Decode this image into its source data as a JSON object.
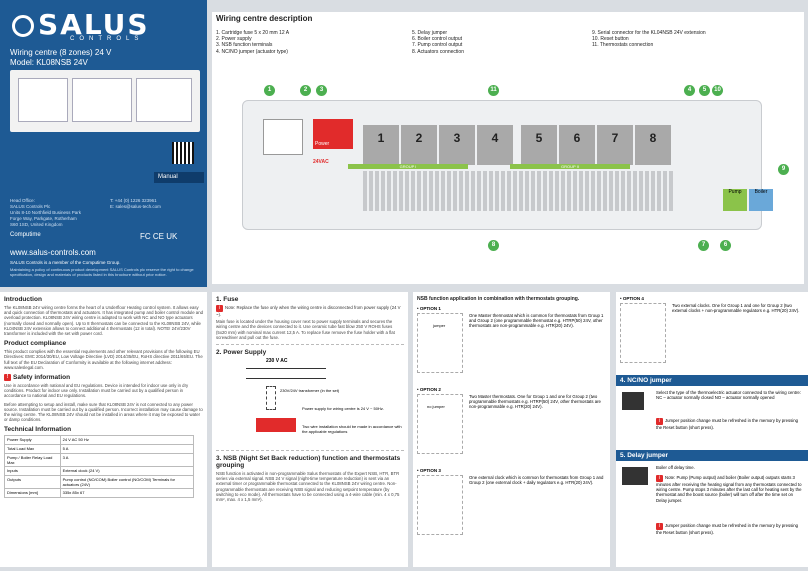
{
  "cover": {
    "brand": "SALUS",
    "brand_sub": "CONTROLS",
    "title": "Wiring centre (8 zones) 24 V",
    "model": "Model: KL08NSB 24V",
    "manual": "Manual",
    "office_label": "Head Office:",
    "office_lines": [
      "SALUS Controls Plc",
      "Units 8-10 Northfield Business Park",
      "Forge Way, Parkgate, Rotherham",
      "S60 1SD, United Kingdom"
    ],
    "phone": "T: +44 (0) 1226 323961",
    "email": "E: sales@salus-tech.com",
    "computime": "Computime",
    "marks": "FC CE UK",
    "url": "www.salus-controls.com",
    "member": "SALUS Controls is a member of the Computime Group.",
    "legal": "Maintaining a policy of continuous product development SALUS Controls plc reserve the right to change specification, design and materials of products listed in this brochure without prior notice."
  },
  "wiring": {
    "title": "Wiring centre description",
    "legend": [
      [
        "1. Cartridge fuse 5 x 20 mm 12 A",
        "2. Power supply",
        "3. NSB function terminals",
        "4. NC/NO jumper (actuator type)"
      ],
      [
        "5. Delay jumper",
        "6. Boiler control output",
        "7. Pump control output",
        "8. Actuators connection"
      ],
      [
        "9. Serial connector for the KL04NSB 24V extension",
        "10. Reset button",
        "11. Thermostats connection"
      ]
    ],
    "zones": [
      "1",
      "2",
      "3",
      "4",
      "5",
      "6",
      "7",
      "8"
    ],
    "power_label": "Power",
    "voltage": "24VAC",
    "group1": "GROUP I",
    "group2": "GROUP II",
    "pump": "Pump",
    "boiler": "Boiler",
    "callouts": [
      "1",
      "2",
      "3",
      "11",
      "4",
      "5",
      "10",
      "9",
      "6",
      "7",
      "8"
    ]
  },
  "intro": {
    "title": "Introduction",
    "text": "The KL08NSB 24V wiring centre forms the heart of a Underfloor Heating control system. It allows easy and quick connection of thermostats and actuators. It has integrated pump and boiler control module and overload protection. KL08NSB 24V wiring centre is adapted to work with NC and NO type actuators (normally closed and normally open). Up to 8 thermostats can be connected to the KL08NSB 24V, while KL04NSB 24V extension allows to connect additional 4 thermostats (12 in total). NOTE! 24V/230V transformer is included with the set with power cord.",
    "compliance_title": "Product compliance",
    "compliance": "This product complies with the essential requirements and other relevant provisions of the following EU Directives: EMC 2014/30/EU, Low Voltage Directive (LVD) 2014/35/EU, RoHS directive 2011/65/EU. The full text of the EU Declaration of Conformity is available at the following internet address: www.saleslegal.com.",
    "safety_title": "Safety information",
    "safety1": "Use in accordance with national and EU regulations. Device is intended for indoor use only in dry conditions. Product for indoor use only. Installation must be carried out by a qualified person in accordance to national and EU regulations.",
    "safety2": "Before attempting to setup and install, make sure that KL08NSB 24V is not connected to any power source. Installation must be carried out by a qualified person. Incorrect installation may cause damage to the wiring centre. The KL08NSB 24V should not be installed in areas where it may be exposed to water or damp conditions.",
    "tech_title": "Technical Information",
    "tech": [
      [
        "Power Supply",
        "24 V AC 50 Hz"
      ],
      [
        "Total Load Max",
        "5 A"
      ],
      [
        "Pump / Boiler Relay Load Max",
        "3 A"
      ],
      [
        "Inputs",
        "External clock (24 V)"
      ],
      [
        "Outputs",
        "Pump control (NO/COM) Boiler control (NO/COM) Terminals for actuators (24V)"
      ],
      [
        "Dimensions [mm]",
        "335x 85x 67"
      ]
    ]
  },
  "fuse": {
    "title": "1. Fuse",
    "note": "Note: Replace the fuse only when the wiring centre is disconnected from power supply (24 V ~).",
    "text": "Main fuse is located under the housing cover next to power supply terminals and secures the wiring centre and the devices connected to it. Use ceramic tube fast blow 250 V ROHS fuses (5x20 mm) with nominal max current 12,5 A. To replace fuse remove the fuse holder with a flat screwdriver and pull out the fuse.",
    "power_title": "2. Power Supply",
    "vac": "230 V AC",
    "transformer": "230V/24V transformer (in the set)",
    "power_note": "Power supply for wiring centre is 24 V ~ 50Hz.",
    "two_wire": "Two wire installation should be made in accordance with the applicable regulations",
    "nsb_title": "3. NSB (Night Set Back reduction) function and thermostats grouping",
    "nsb_text": "NSB function is activated in non-programmable Salus thermostats of the Expert NSB, HTR, BTR series via external signal. NSB 24 V signal (night-time temperature reduction) is sent via an external timer or programmable thermostat connected to the KL08NSB 24V wiring centre. Non-programmable thermostats are receiving NSB signal and reducing setpoint temperature (by switching to eco mode). All thermostats have to be connected using a 4-wire cable (min. 4 x 0,75 mm², max. 4 x 1,5 mm²)."
  },
  "nsb": {
    "title": "NSB function application in combination with thermostats grouping.",
    "opt1": "• OPTION 1",
    "opt1_text": "One Master thermostat which is common for thermostats from Group 1 and Group 2 (one programmable thermostat e.g. HTRP(50) 24V, other thermostats are non-programmable e.g. HTR(20) 24V).",
    "jumper": "jumper",
    "opt2": "• OPTION 2",
    "opt2_text": "Two Master thermostats. One for Group 1 and one for Group 2 (two programmable thermostats e.g. HTRP(50) 24V, other thermostats are non-programmable e.g. HTR(20) 24V).",
    "no_jumper": "no jumper",
    "opt3": "• OPTION 3",
    "opt3_text": "One external clock which is common for thermostats from Group 1 and Group 2 (one external clock + daily regulators e.g. HTR(20) 24V)."
  },
  "right": {
    "opt4": "• OPTION 4",
    "opt4_text": "Two external clocks. One for Group 1 and one for Group 2 (two external clocks + non-programmable regulators e.g. HTR(20) 24V).",
    "ncno_title": "4. NC/NO jumper",
    "ncno_text": "Select the type of the thermoelectric actuator connected to the wiring centre: NC – actuator normally closed NO – actuator normally opened",
    "ncno_note": "Jumper position change must be refreshed in the memory by pressing the Reset button (short press).",
    "delay_title": "5. Delay jumper",
    "delay_sub": "Boiler off delay time.",
    "delay_note": "Note: Pump (Pump output) and boiler (Boiler output) outputs starts 3 minutes after receiving the heating signal from any thermostats connected to wiring centre. Pump stops 3 minutes after the last call for heating sent by the thermostat and the boost source (boiler) will turn off after the time set on Delay jumper.",
    "delay_note2": "Jumper position change must be refreshed in the memory by pressing the Reset button (short press)."
  }
}
